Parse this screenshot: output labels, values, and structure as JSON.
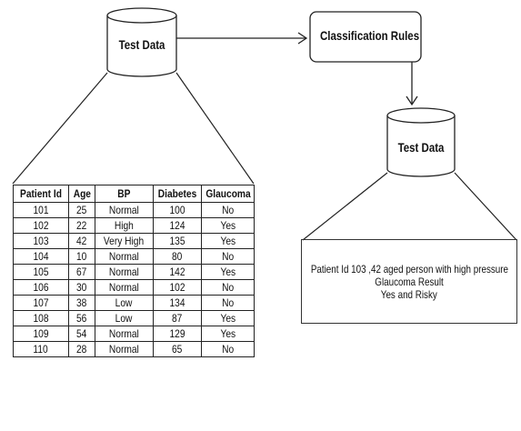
{
  "cylinder_left": {
    "label": "Test Data"
  },
  "rules_box": {
    "label": "Classification Rules"
  },
  "cylinder_right": {
    "label": "Test Data"
  },
  "table": {
    "headers": [
      "Patient Id",
      "Age",
      "BP",
      "Diabetes",
      "Glaucoma"
    ],
    "rows": [
      [
        "101",
        "25",
        "Normal",
        "100",
        "No"
      ],
      [
        "102",
        "22",
        "High",
        "124",
        "Yes"
      ],
      [
        "103",
        "42",
        "Very High",
        "135",
        "Yes"
      ],
      [
        "104",
        "10",
        "Normal",
        "80",
        "No"
      ],
      [
        "105",
        "67",
        "Normal",
        "142",
        "Yes"
      ],
      [
        "106",
        "30",
        "Normal",
        "102",
        "No"
      ],
      [
        "107",
        "38",
        "Low",
        "134",
        "No"
      ],
      [
        "108",
        "56",
        "Low",
        "87",
        "Yes"
      ],
      [
        "109",
        "54",
        "Normal",
        "129",
        "Yes"
      ],
      [
        "110",
        "28",
        "Normal",
        "65",
        "No"
      ]
    ]
  },
  "result": {
    "line1": "Patient Id 103 ,42 aged person with high pressure",
    "line2": "Glaucoma Result",
    "line3": "Yes and Risky"
  }
}
